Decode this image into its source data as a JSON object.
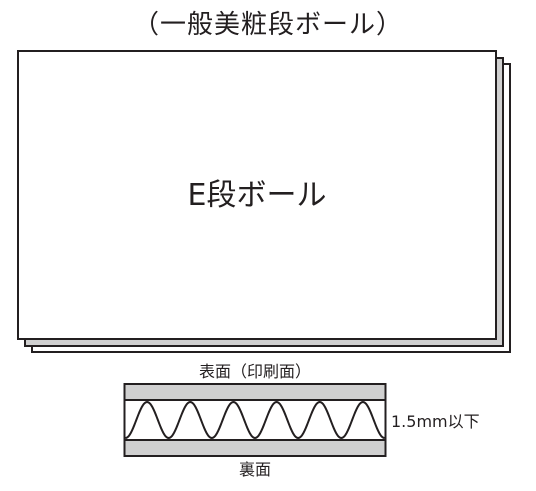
{
  "title": "（一般美粧段ボール）",
  "board": {
    "label": "E段ボール"
  },
  "cross_section": {
    "top_label": "表面（印刷面）",
    "bottom_label": "裏面",
    "thickness_label": "1.5mm以下",
    "flute_count": 6
  },
  "colors": {
    "outline": "#231f20",
    "liner_fill": "#d0d0d0",
    "background": "#ffffff"
  }
}
